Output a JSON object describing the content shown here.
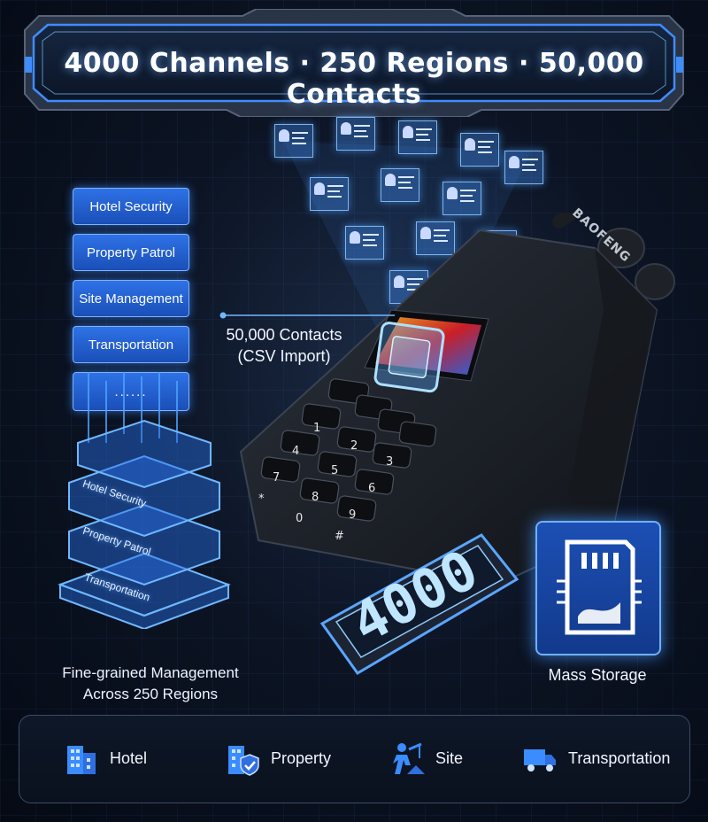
{
  "header": {
    "title": "4000 Channels · 250 Regions · 50,000 Contacts"
  },
  "categories": [
    {
      "label": "Hotel Security"
    },
    {
      "label": "Property Patrol"
    },
    {
      "label": "Site Management"
    },
    {
      "label": "Transportation"
    },
    {
      "label": "......"
    }
  ],
  "stack_layers": [
    "Hotel Security",
    "Property Patrol",
    "Transportation"
  ],
  "left_caption": {
    "line1": "Fine-grained Management",
    "line2": "Across 250 Regions"
  },
  "contacts_caption": {
    "line1": "50,000 Contacts",
    "line2": "(CSV Import)"
  },
  "radio": {
    "brand": "BAOFENG",
    "keys": [
      "1",
      "2",
      "3",
      "4",
      "5",
      "6",
      "7",
      "8",
      "9",
      "*",
      "0",
      "#"
    ]
  },
  "channel_display": "4000",
  "storage": {
    "caption": "Mass Storage",
    "icon": "sd-card-icon"
  },
  "applications": [
    {
      "label": "Hotel",
      "icon": "hotel-building-icon"
    },
    {
      "label": "Property",
      "icon": "property-shield-icon"
    },
    {
      "label": "Site",
      "icon": "construction-worker-icon"
    },
    {
      "label": "Transportation",
      "icon": "truck-icon"
    }
  ],
  "colors": {
    "accent": "#2f7bff",
    "glow": "#5fa8ff",
    "background": "#0a1220"
  }
}
